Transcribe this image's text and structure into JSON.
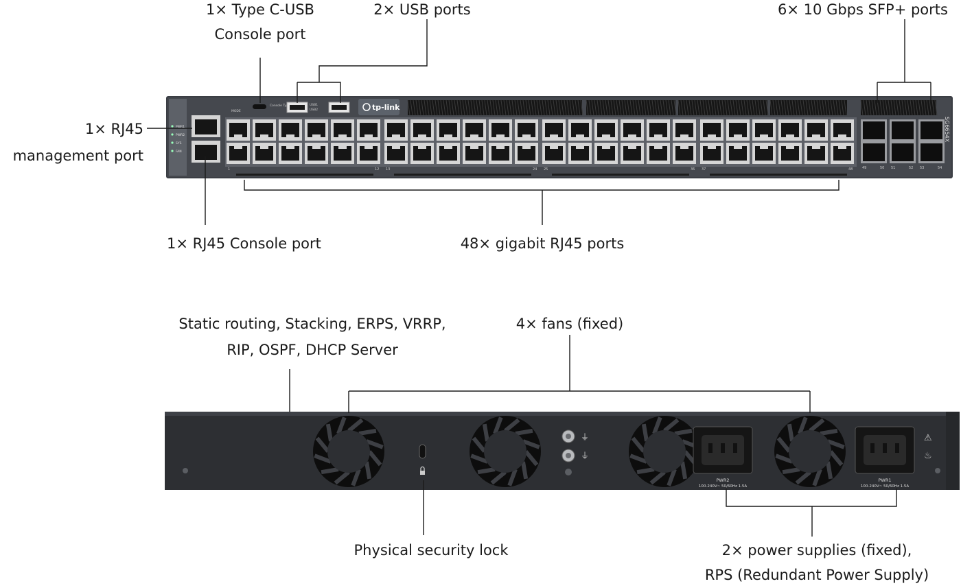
{
  "front_panel": {
    "labels": {
      "type_c_line1": "1× Type C-USB",
      "type_c_line2": "Console port",
      "usb_ports": "2× USB ports",
      "sfp_ports": "6× 10 Gbps SFP+ ports",
      "mgmt_line1": "1× RJ45",
      "mgmt_line2": "management port",
      "rj45_console": "1× RJ45 Console port",
      "gigabit_ports": "48× gigabit RJ45 ports"
    },
    "brand": "tp-link",
    "model": "SG6654X",
    "status_leds": [
      "PWR1",
      "PWR2",
      "SYS",
      "FAN"
    ],
    "mini_labels": {
      "console_typec": "Console Type-C",
      "usb1": "USB1",
      "usb2": "USB2",
      "mode": "MODE"
    },
    "port_groups": [
      {
        "first": 1,
        "last": 12
      },
      {
        "first": 13,
        "last": 24
      },
      {
        "first": 25,
        "last": 36
      },
      {
        "first": 37,
        "last": 48
      }
    ],
    "sfp_numbers": [
      "49",
      "50",
      "51",
      "52",
      "53",
      "54"
    ]
  },
  "rear_panel": {
    "labels": {
      "features_line1": "Static routing, Stacking, ERPS, VRRP,",
      "features_line2": "RIP, OSPF, DHCP Server",
      "fans": "4× fans (fixed)",
      "security_lock": "Physical security lock",
      "power_line1": "2× power supplies (fixed),",
      "power_line2": "RPS (Redundant Power Supply)"
    },
    "psu": [
      {
        "name": "PWR2",
        "rating": "100-240V~ 50/60Hz 1.5A"
      },
      {
        "name": "PWR1",
        "rating": "100-240V~ 50/60Hz 1.5A"
      }
    ]
  }
}
